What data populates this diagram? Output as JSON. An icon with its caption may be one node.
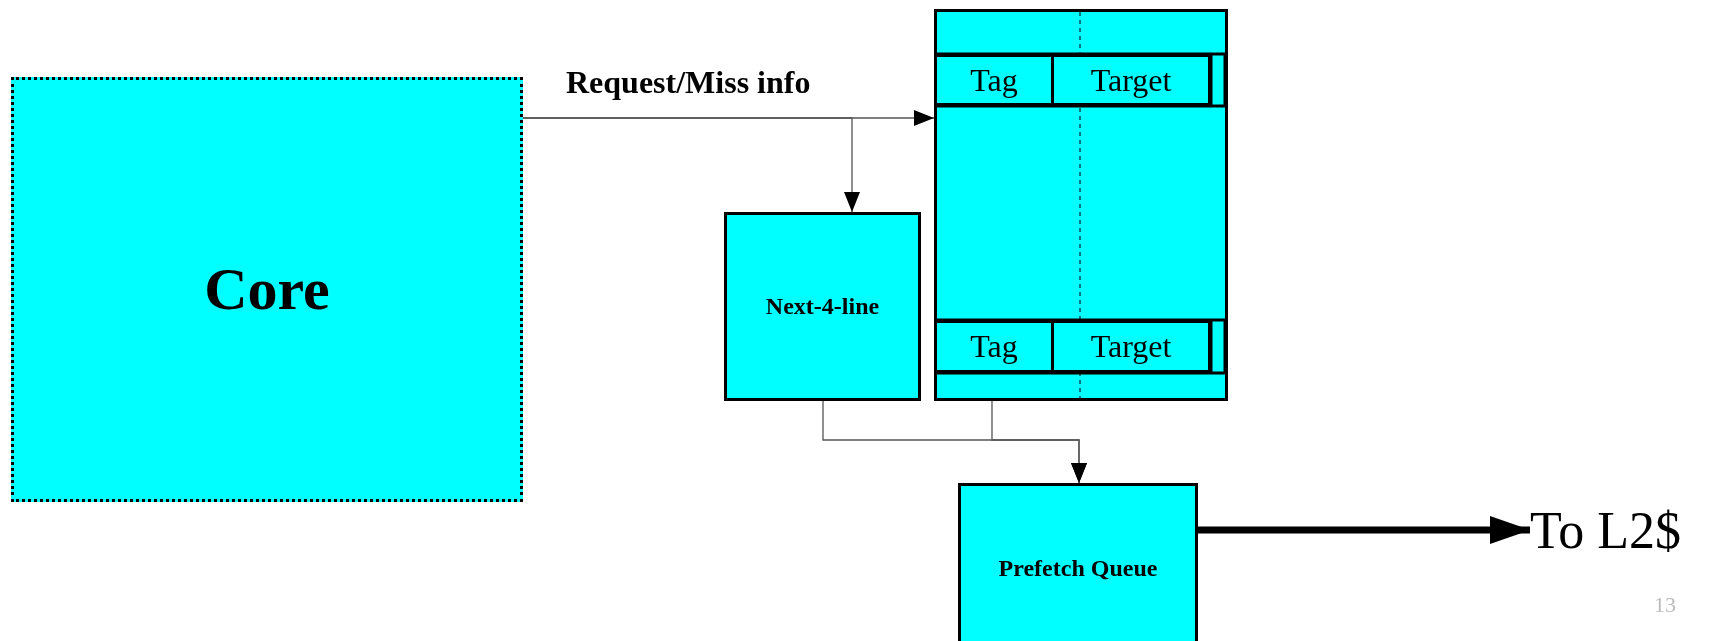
{
  "diagram": {
    "nodes": [
      {
        "text": [
          "Core"
        ]
      },
      {
        "text": [],
        "shape": "box"
      },
      {
        "text": [
          "Tag"
        ],
        "in": 1
      },
      {
        "text": [
          "Target"
        ],
        "in": 1
      },
      {
        "text": [
          "Tag"
        ],
        "in": 1
      },
      {
        "text": [
          "Target"
        ],
        "in": 1
      },
      {
        "text": [
          "Next-4-line"
        ]
      },
      {
        "text": [
          "Prefetch Queue"
        ]
      },
      {
        "text": [
          "To L2$"
        ]
      }
    ],
    "edges": [
      {
        "from": 0,
        "to": 1,
        "arrow": "to",
        "label": "Request/Miss info"
      },
      {
        "from": 0,
        "to": 6,
        "arrow": "to"
      },
      {
        "from": 6,
        "to": 7,
        "arrow": "to"
      },
      {
        "from": 1,
        "to": 7,
        "arrow": "to"
      },
      {
        "from": 7,
        "to": 8,
        "arrow": "to",
        "style": "thick"
      }
    ],
    "labels": [
      "13"
    ]
  }
}
